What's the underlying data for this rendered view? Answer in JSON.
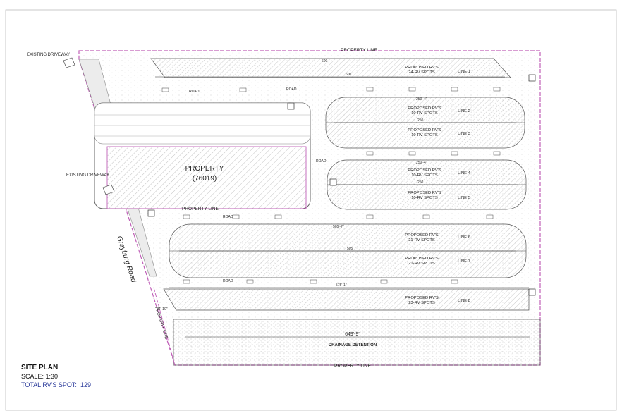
{
  "plan": {
    "title": "SITE PLAN",
    "scale": "SCALE: 1:30",
    "total_label": "TOTAL RV'S SPOT:",
    "total_value": "129"
  },
  "labels": {
    "property_line_top": "PROPERTY LINE",
    "property_line_bottom": "PROPERTY LINE",
    "property_line_mid": "PROPERTY LINE",
    "property_line_diag": "PROPERTY LINE",
    "existing_driveway_top": "EXISTING DRIVEWAY",
    "existing_driveway_mid": "EXISTING DRIVEWAY",
    "property_name": "PROPERTY",
    "property_code": "(76019)",
    "road_name": "Grayburg Road",
    "drainage": "DRAINAGE DETENTION",
    "road": "ROAD",
    "dim_drainage": "649'-9\"",
    "dim_line1": "600",
    "dim_line1_top": "600",
    "dim_line23": "250",
    "dim_line23_top": "250'-4\"",
    "dim_line45": "250",
    "dim_line45_top": "250'-4\"",
    "dim_line67": "505",
    "dim_line67_top": "505'-7\"",
    "dim_line8": "575'-1\"",
    "dim_left8": "74'-10\""
  },
  "lines": [
    {
      "line": "LINE 1",
      "spots_l1": "PROPOSED RV'S",
      "spots_l2": "24-RV SPOTS"
    },
    {
      "line": "LINE 2",
      "spots_l1": "PROPOSED RV'S",
      "spots_l2": "10-RV SPOTS"
    },
    {
      "line": "LINE 3",
      "spots_l1": "PROPOSED RV'S",
      "spots_l2": "10-RV SPOTS"
    },
    {
      "line": "LINE 4",
      "spots_l1": "PROPOSED RV'S",
      "spots_l2": "10-RV SPOTS"
    },
    {
      "line": "LINE 5",
      "spots_l1": "PROPOSED RV'S",
      "spots_l2": "10-RV SPOTS"
    },
    {
      "line": "LINE 6",
      "spots_l1": "PROPOSED RV'S",
      "spots_l2": "21-RV SPOTS"
    },
    {
      "line": "LINE 7",
      "spots_l1": "PROPOSED RV'S",
      "spots_l2": "21-RV SPOTS"
    },
    {
      "line": "LINE 8",
      "spots_l1": "PROPOSED RV'S",
      "spots_l2": "23-RV SPOTS"
    }
  ],
  "colors": {
    "property_line": "#c060b8",
    "hatch": "#8a8a8a",
    "ink": "#222222",
    "accent_blue": "#2a3a9a"
  }
}
